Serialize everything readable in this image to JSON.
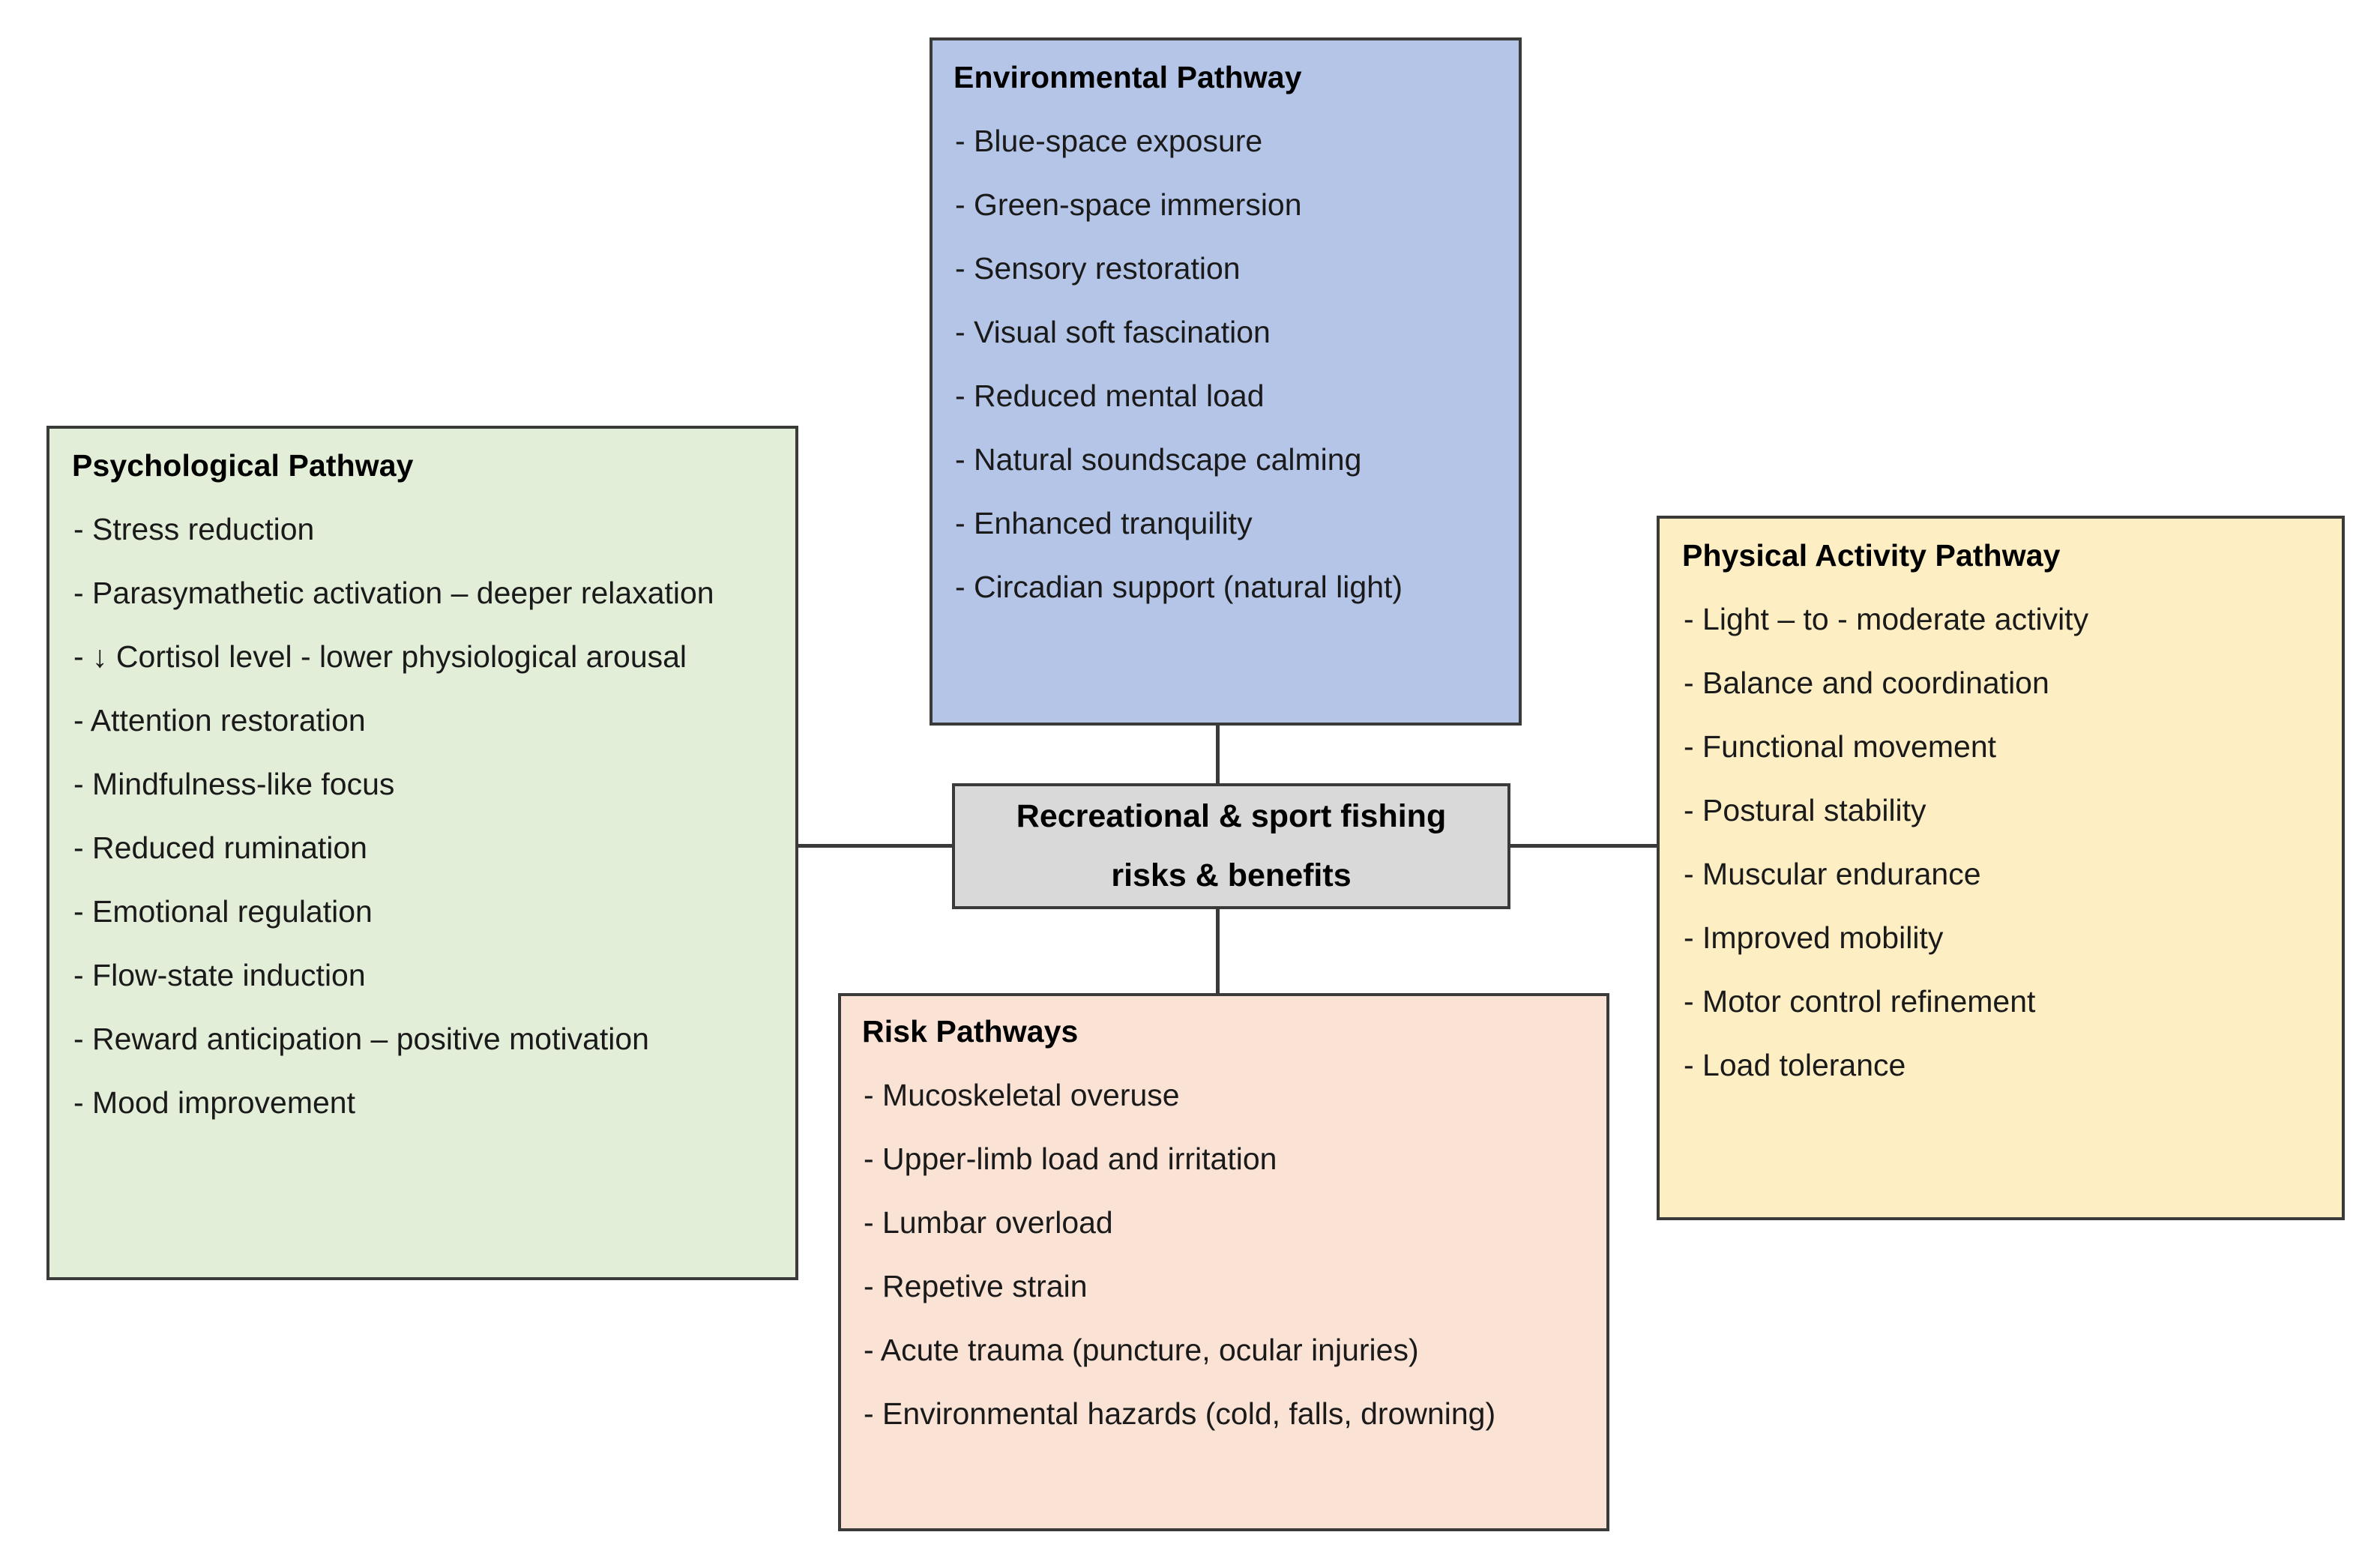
{
  "diagram": {
    "center": {
      "line1": "Recreational & sport fishing",
      "line2": "risks & benefits",
      "fill": "#d9d9d9",
      "border": "#3a3a38"
    },
    "boxes": {
      "environmental": {
        "title": "Environmental Pathway",
        "fill": "#b4c5e7",
        "items": [
          "- Blue-space exposure",
          "- Green-space immersion",
          "- Sensory restoration",
          "- Visual soft fascination",
          "- Reduced mental load",
          "- Natural soundscape calming",
          "- Enhanced tranquility",
          "- Circadian support (natural light)"
        ]
      },
      "psychological": {
        "title": "Psychological Pathway",
        "fill": "#e3eed9",
        "items": [
          "- Stress reduction",
          "- Parasymathetic activation – deeper relaxation",
          "- ↓ Cortisol level - lower physiological arousal",
          "- Attention restoration",
          "- Mindfulness-like focus",
          "- Reduced rumination",
          "- Emotional regulation",
          "- Flow-state induction",
          "- Reward anticipation – positive motivation",
          "- Mood improvement"
        ]
      },
      "physical": {
        "title": "Physical Activity Pathway",
        "fill": "#fdeec4",
        "items": [
          "- Light – to - moderate activity",
          "- Balance and coordination",
          "- Functional movement",
          "- Postural stability",
          "- Muscular endurance",
          "- Improved mobility",
          "- Motor control refinement",
          "- Load tolerance"
        ]
      },
      "risk": {
        "title": "Risk Pathways",
        "fill": "#fae2d5",
        "items": [
          "- Mucoskeletal overuse",
          "- Upper-limb load and irritation",
          "- Lumbar overload",
          "- Repetive strain",
          "- Acute trauma (puncture, ocular injuries)",
          "- Environmental hazards (cold, falls, drowning)"
        ]
      }
    }
  }
}
